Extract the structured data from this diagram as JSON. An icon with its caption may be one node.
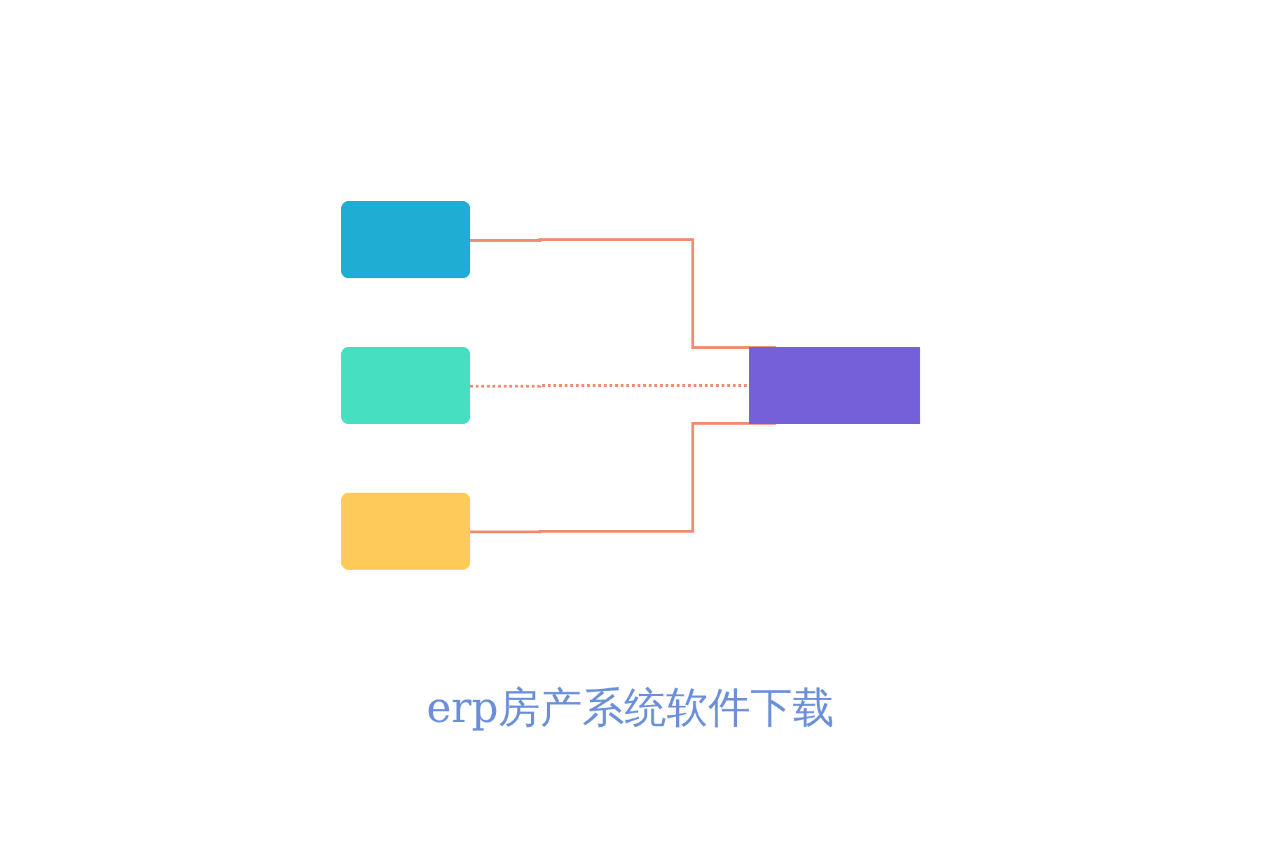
{
  "diagram": {
    "caption": "erp房产系统软件下载",
    "nodes": [
      {
        "text": [],
        "shape": "box"
      },
      {
        "text": [],
        "shape": "box"
      },
      {
        "text": [],
        "shape": "box"
      },
      {
        "text": [],
        "shape": "box"
      }
    ],
    "edges": [
      {
        "from": 0,
        "to": 3,
        "arrow": "none"
      },
      {
        "from": 1,
        "to": 3,
        "arrow": "none",
        "style": "dashed"
      },
      {
        "from": 2,
        "to": 3,
        "arrow": "none"
      }
    ]
  }
}
